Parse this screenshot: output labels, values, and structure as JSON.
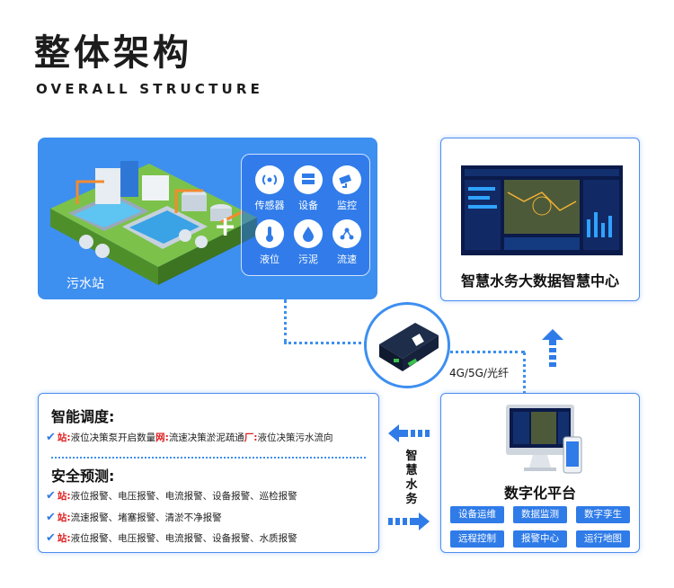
{
  "header": {
    "title": "整体架构",
    "subtitle": "OVERALL STRUCTURE"
  },
  "plant": {
    "label": "污水站",
    "plus": "+",
    "sensors": [
      {
        "label": "传感器",
        "icon": "signal-icon"
      },
      {
        "label": "设备",
        "icon": "server-icon"
      },
      {
        "label": "监控",
        "icon": "camera-icon"
      },
      {
        "label": "液位",
        "icon": "thermometer-icon"
      },
      {
        "label": "污泥",
        "icon": "drop-icon"
      },
      {
        "label": "流速",
        "icon": "flow-icon"
      }
    ]
  },
  "bigdata": {
    "label": "智慧水务大数据智慧中心"
  },
  "network": {
    "label": "4G/5G/光纤",
    "flow_label": "智慧水务"
  },
  "ops": {
    "heading_1": "智能调度:",
    "line_1": {
      "k1": "站:",
      "t1": "液位决策泵开启数量",
      "k2": "网:",
      "t2": "流速决策淤泥疏通",
      "k3": "厂:",
      "t3": "液位决策污水流向"
    },
    "heading_2": "安全预测:",
    "lines": [
      {
        "k": "站:",
        "t": "液位报警、电压报警、电流报警、设备报警、巡检报警"
      },
      {
        "k": "站:",
        "t": "流速报警、堵塞报警、清淤不净报警"
      },
      {
        "k": "站:",
        "t": "液位报警、电压报警、电流报警、设备报警、水质报警"
      }
    ],
    "check": "✔"
  },
  "platform": {
    "title": "数字化平台",
    "chips": [
      "设备运维",
      "数据监测",
      "数字孪生",
      "远程控制",
      "报警中心",
      "运行地图"
    ]
  },
  "colors": {
    "accent": "#3d8ff0",
    "alert": "#e02121",
    "chip": "#2f7be8"
  }
}
